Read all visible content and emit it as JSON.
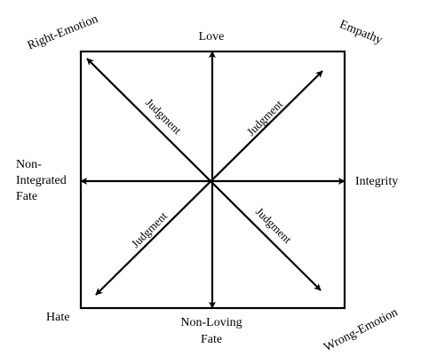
{
  "labels": {
    "top": "Love",
    "bottom_line1": "Non-Loving",
    "bottom_line2": "Fate",
    "left_line1": "Non-",
    "left_line2": "Integrated",
    "left_line3": "Fate",
    "right": "Integrity",
    "corner_top_left": "Right-Emotion",
    "corner_top_right": "Empathy",
    "corner_bottom_left": "Hate",
    "corner_bottom_right": "Wrong-Emotion",
    "diagonal_top_left": "Judgment",
    "diagonal_top_right": "Judgment",
    "diagonal_bottom_left": "Judgment",
    "diagonal_bottom_right": "Judgment"
  },
  "style": {
    "line_color": "#000000",
    "background": "#ffffff"
  }
}
